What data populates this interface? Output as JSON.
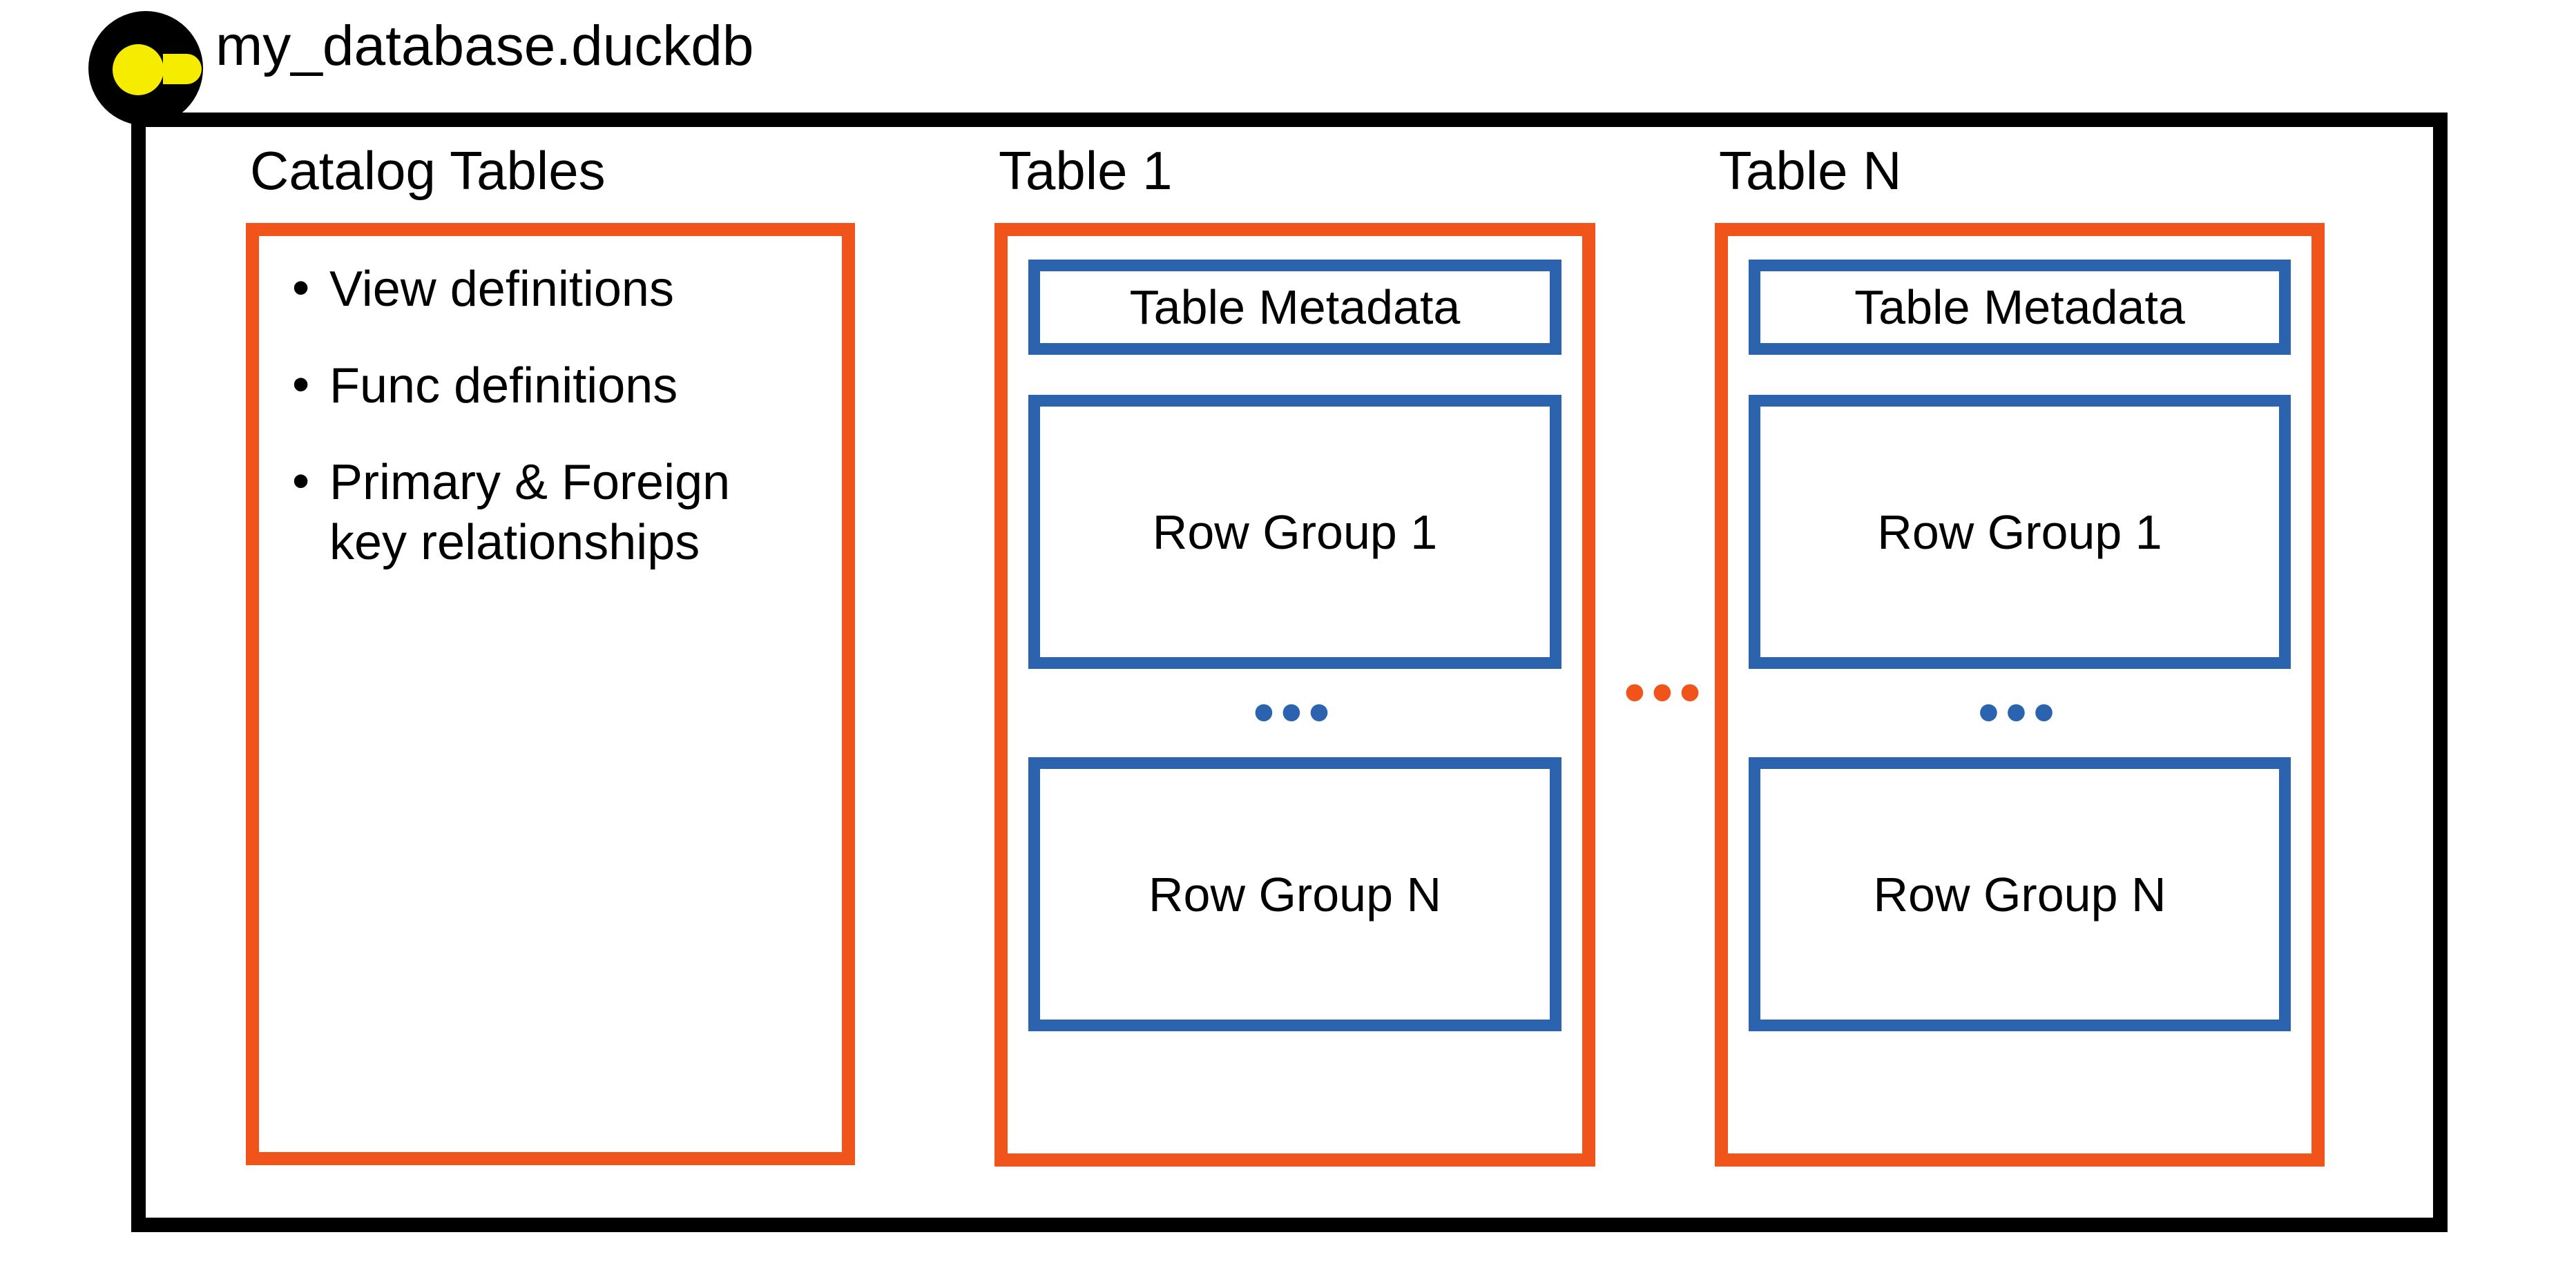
{
  "database": {
    "title": "my_database.duckdb",
    "logo_icon": "duckdb-logo-icon"
  },
  "colors": {
    "orange": "#F1541A",
    "blue": "#2C63AF",
    "yellow": "#F6EC00",
    "frame": "#000000"
  },
  "columns": {
    "catalog": {
      "heading": "Catalog Tables",
      "bullets": [
        "View definitions",
        "Func definitions",
        "Primary & Foreign key relationships"
      ]
    },
    "table_first": {
      "heading": "Table 1",
      "metadata_label": "Table Metadata",
      "row_group_first": "Row Group 1",
      "row_group_ellipsis": "•••",
      "row_group_last": "Row Group N"
    },
    "table_last": {
      "heading": "Table N",
      "metadata_label": "Table Metadata",
      "row_group_first": "Row Group 1",
      "row_group_ellipsis": "•••",
      "row_group_last": "Row Group N"
    }
  },
  "between_tables_ellipsis": "•••"
}
